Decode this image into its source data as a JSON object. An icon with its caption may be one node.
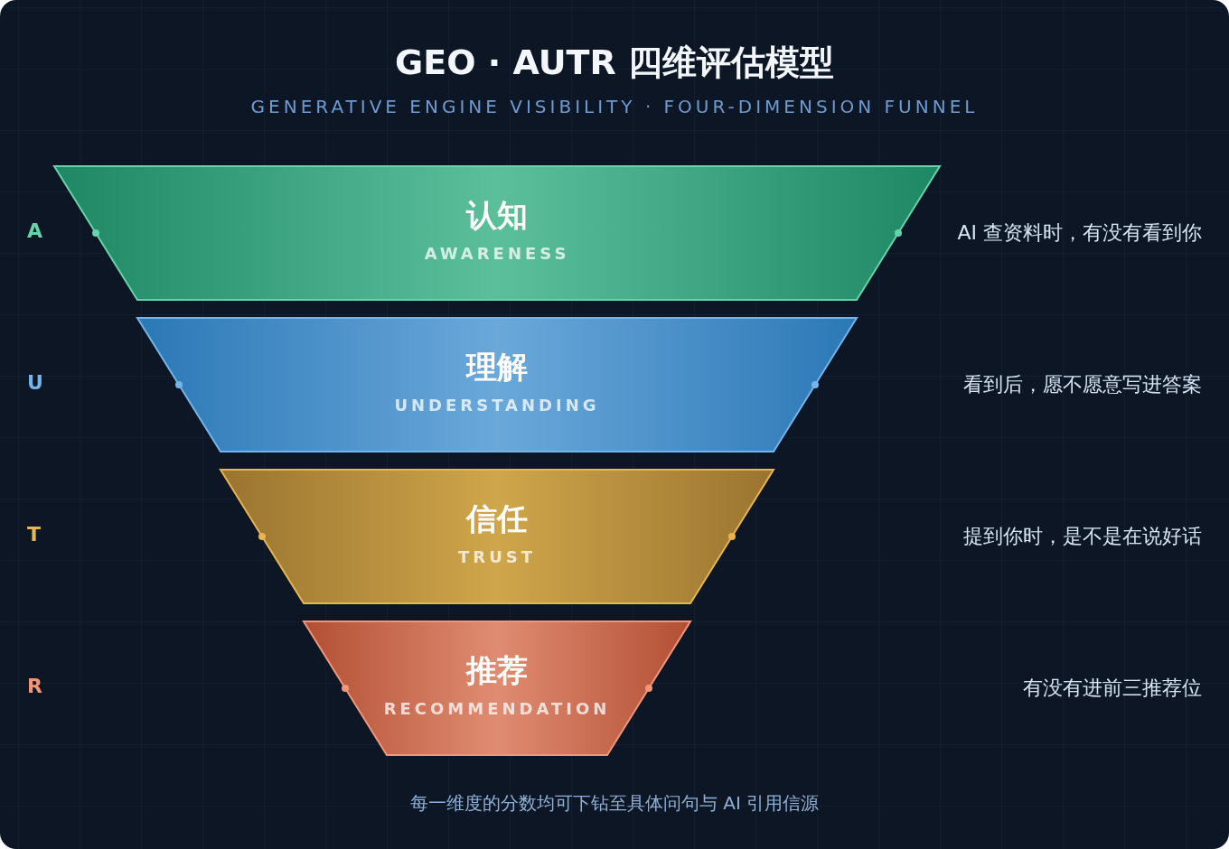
{
  "diagram": {
    "title": "GEO · AUTR 四维评估模型",
    "caption": "每一维度的分数均可下钻至具体问句与 AI 引用信源",
    "nodes": [
      {
        "text": [
          "认知",
          "AWARENESS"
        ]
      },
      {
        "text": [
          "理解",
          "UNDERSTANDING"
        ]
      },
      {
        "text": [
          "信任",
          "TRUST"
        ]
      },
      {
        "text": [
          "推荐",
          "RECOMMENDATION"
        ]
      }
    ],
    "labels": [
      "GENERATIVE ENGINE VISIBILITY · FOUR-DIMENSION FUNNEL",
      "A",
      "AI 查资料时，有没有看到你",
      "U",
      "看到后，愿不愿意写进答案",
      "T",
      "提到你时，是不是在说好话",
      "R",
      "有没有进前三推荐位"
    ]
  }
}
